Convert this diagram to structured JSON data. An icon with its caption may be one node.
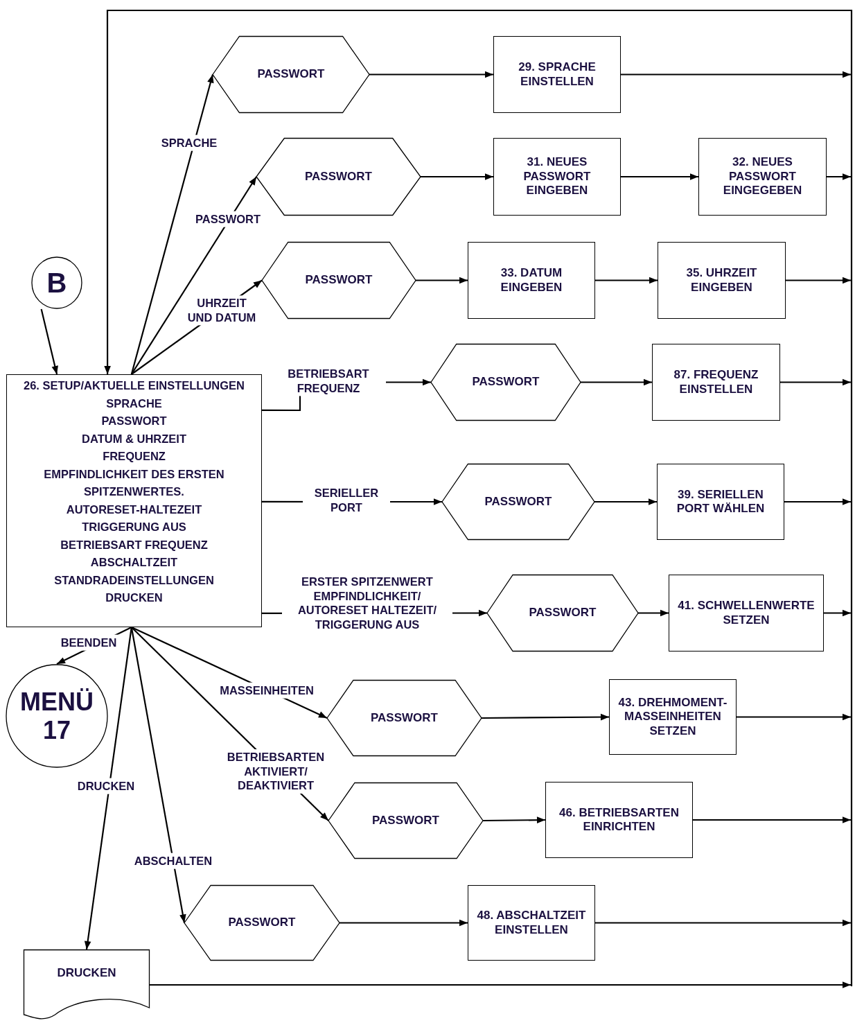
{
  "diagram": {
    "nodes": [
      {
        "text": [
          "B"
        ]
      },
      {
        "text": [
          "26. SETUP/AKTUELLE EINSTELLUNGEN",
          "SPRACHE",
          "PASSWORT",
          "DATUM & UHRZEIT",
          "FREQUENZ",
          "EMPFINDLICHKEIT DES ERSTEN SPITZENWERTES.",
          "AUTORESET-HALTEZEIT",
          "TRIGGERUNG AUS",
          "BETRIEBSART FREQUENZ",
          "ABSCHALTZEIT",
          "STANDRADEINSTELLUNGEN",
          "DRUCKEN"
        ]
      },
      {
        "text": [
          "MENÜ 17"
        ]
      },
      {
        "text": [
          "DRUCKEN"
        ]
      },
      {
        "text": [
          "PASSWORT"
        ]
      },
      {
        "text": [
          "29. SPRACHE EINSTELLEN"
        ]
      },
      {
        "text": [
          "PASSWORT"
        ]
      },
      {
        "text": [
          "31. NEUES PASSWORT EINGEBEN"
        ]
      },
      {
        "text": [
          "32. NEUES PASSWORT EINGEGEBEN"
        ]
      },
      {
        "text": [
          "PASSWORT"
        ]
      },
      {
        "text": [
          "33. DATUM EINGEBEN"
        ]
      },
      {
        "text": [
          "35. UHRZEIT EINGEBEN"
        ]
      },
      {
        "text": [
          "PASSWORT"
        ]
      },
      {
        "text": [
          "87. FREQUENZ EINSTELLEN"
        ]
      },
      {
        "text": [
          "PASSWORT"
        ]
      },
      {
        "text": [
          "39. SERIELLEN PORT WÄHLEN"
        ]
      },
      {
        "text": [
          "PASSWORT"
        ]
      },
      {
        "text": [
          "41. SCHWELLENWERTE SETZEN"
        ]
      },
      {
        "text": [
          "PASSWORT"
        ]
      },
      {
        "text": [
          "43. DREHMOMENT-MASSEINHEITEN SETZEN"
        ]
      },
      {
        "text": [
          "PASSWORT"
        ]
      },
      {
        "text": [
          "46. BETRIEBSARTEN EINRICHTEN"
        ]
      },
      {
        "text": [
          "PASSWORT"
        ]
      },
      {
        "text": [
          "48. ABSCHALTZEIT EINSTELLEN"
        ]
      }
    ],
    "edges": [
      {
        "from": 0,
        "to": 1,
        "arrow": "to"
      },
      {
        "from": 1,
        "to": 4,
        "arrow": "to",
        "label": "SPRACHE"
      },
      {
        "from": 1,
        "to": 6,
        "arrow": "to",
        "label": "PASSWORT"
      },
      {
        "from": 1,
        "to": 9,
        "arrow": "to",
        "label": "UHRZEIT UND DATUM"
      },
      {
        "from": 1,
        "to": 12,
        "arrow": "to",
        "label": "BETRIEBSART FREQUENZ"
      },
      {
        "from": 1,
        "to": 14,
        "arrow": "to",
        "label": "SERIELLER PORT"
      },
      {
        "from": 1,
        "to": 16,
        "arrow": "to",
        "label": "ERSTER SPITZENWERT EMPFINDLICHKEIT/ AUTORESET HALTEZEIT/ TRIGGERUNG AUS"
      },
      {
        "from": 1,
        "to": 18,
        "arrow": "to",
        "label": "MASSEINHEITEN"
      },
      {
        "from": 1,
        "to": 20,
        "arrow": "to",
        "label": "BETRIEBSARTEN AKTIVIERT/ DEAKTIVIERT"
      },
      {
        "from": 1,
        "to": 22,
        "arrow": "to",
        "label": "ABSCHALTEN"
      },
      {
        "from": 1,
        "to": 3,
        "arrow": "to",
        "label": "DRUCKEN"
      },
      {
        "from": 1,
        "to": 2,
        "arrow": "to",
        "label": "BEENDEN"
      },
      {
        "from": 4,
        "to": 5,
        "arrow": "to"
      },
      {
        "from": 5,
        "to": null,
        "arrow": "to"
      },
      {
        "from": 6,
        "to": 7,
        "arrow": "to"
      },
      {
        "from": 7,
        "to": 8,
        "arrow": "to"
      },
      {
        "from": 8,
        "to": null,
        "arrow": "to"
      },
      {
        "from": 9,
        "to": 10,
        "arrow": "to"
      },
      {
        "from": 10,
        "to": 11,
        "arrow": "to"
      },
      {
        "from": 11,
        "to": null,
        "arrow": "to"
      },
      {
        "from": 12,
        "to": 13,
        "arrow": "to"
      },
      {
        "from": 13,
        "to": null,
        "arrow": "to"
      },
      {
        "from": 14,
        "to": 15,
        "arrow": "to"
      },
      {
        "from": 15,
        "to": null,
        "arrow": "to"
      },
      {
        "from": 16,
        "to": 17,
        "arrow": "to"
      },
      {
        "from": 17,
        "to": null,
        "arrow": "to"
      },
      {
        "from": 18,
        "to": 19,
        "arrow": "to"
      },
      {
        "from": 19,
        "to": null,
        "arrow": "to"
      },
      {
        "from": 20,
        "to": 21,
        "arrow": "to"
      },
      {
        "from": 21,
        "to": null,
        "arrow": "to"
      },
      {
        "from": 22,
        "to": 23,
        "arrow": "to"
      },
      {
        "from": 23,
        "to": null,
        "arrow": "to"
      },
      {
        "from": 3,
        "to": null,
        "arrow": "to"
      },
      {
        "from": null,
        "to": 1,
        "arrow": "to"
      }
    ]
  }
}
